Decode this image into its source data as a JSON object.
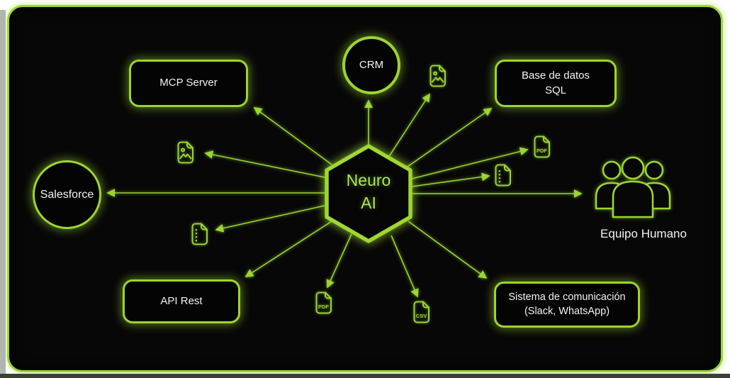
{
  "diagram": {
    "colors": {
      "background": "#070707",
      "accent_green": "#9bd531",
      "glow_green": "#aee84a",
      "node_text": "#f2f2f2"
    },
    "center": {
      "line1": "Neuro",
      "line2": "AI"
    },
    "nodes": {
      "mcp_server": {
        "label": "MCP Server"
      },
      "crm": {
        "label": "CRM"
      },
      "sql_db": {
        "line1": "Base de datos",
        "line2": "SQL"
      },
      "salesforce": {
        "label": "Salesforce"
      },
      "equipo_humano": {
        "label": "Equipo Humano",
        "icon": "team-icon"
      },
      "api_rest": {
        "label": "API Rest"
      },
      "comunicacion": {
        "line1": "Sistema de comunicación",
        "line2": "(Slack, WhatsApp)"
      }
    },
    "file_badges": {
      "pdf_label": "PDF",
      "csv_label": "CSV",
      "image_icon": "file-image-icon",
      "archive_icon": "file-archive-icon",
      "pdf_icon": "file-pdf-icon",
      "csv_icon": "file-csv-icon"
    }
  }
}
